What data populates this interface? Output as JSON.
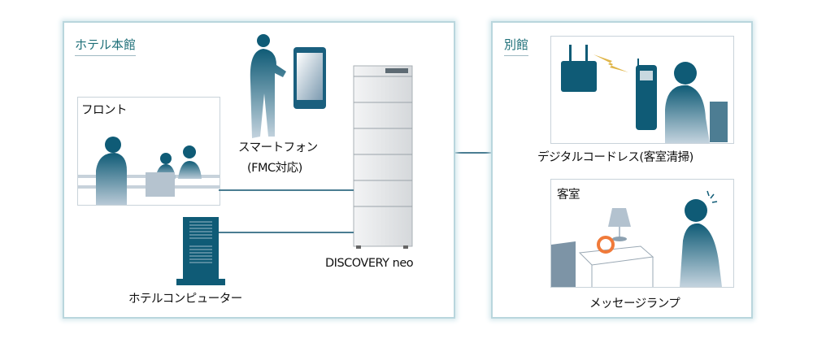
{
  "main_building": {
    "title": "ホテル本館",
    "front_label": "フロント",
    "smartphone_label": "スマートフォン",
    "smartphone_sub": "(FMC対応)",
    "server_label": "DISCOVERY neo",
    "hotel_computer_label": "ホテルコンピューター"
  },
  "annex": {
    "title": "別館",
    "cordless_label": "デジタルコードレス(客室清掃)",
    "guest_room_label": "客室",
    "message_lamp_label": "メッセージランプ"
  },
  "colors": {
    "accent": "#1e6f78",
    "icon": "#0f5b76",
    "line": "#4a7d92",
    "lamp": "#f07a3a"
  }
}
